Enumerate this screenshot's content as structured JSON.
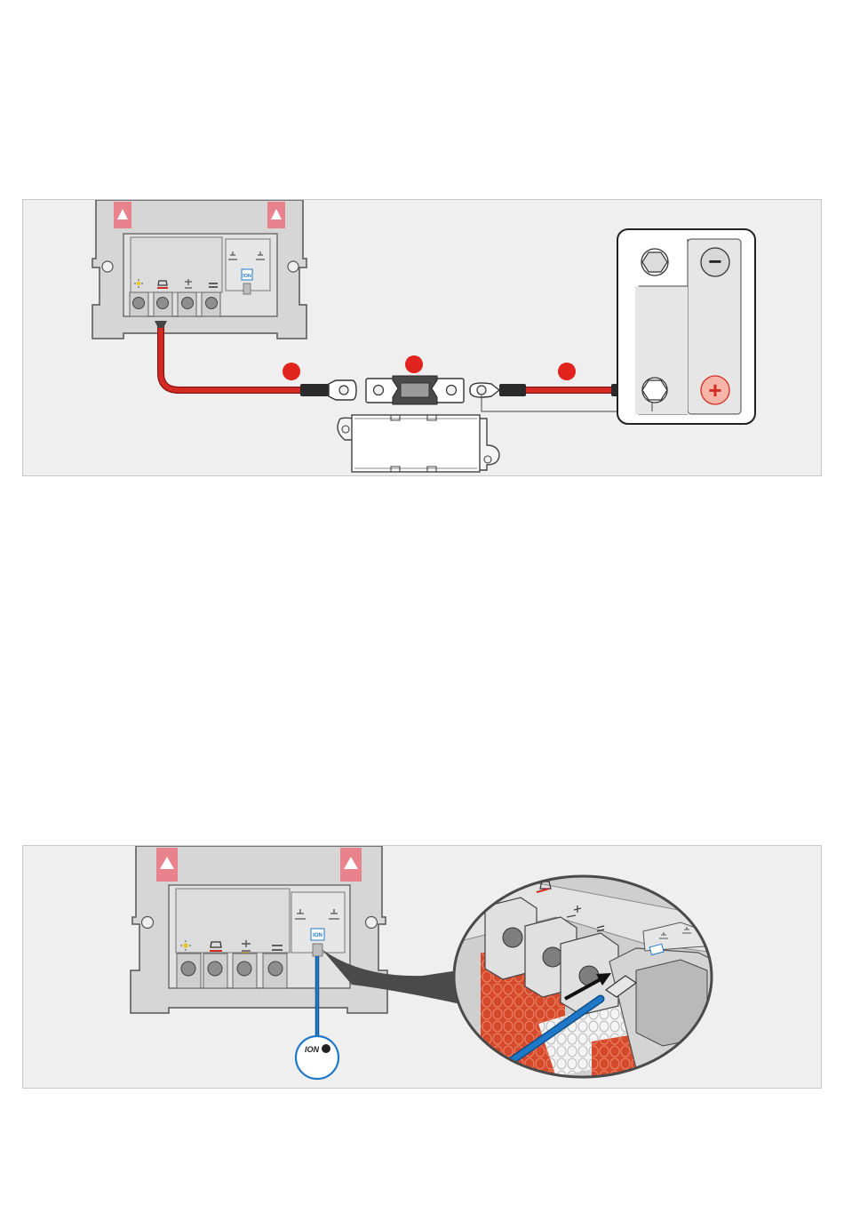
{
  "colors": {
    "cable_red": "#d42a24",
    "marker_red": "#e0231c",
    "ion_blue": "#1f78c8",
    "device_body": "#d4d4d4",
    "panel_bg": "#efefef",
    "plus_terminal": "#f7b5a8"
  },
  "top_diagram": {
    "device": {
      "ion_label": "ION"
    },
    "battery": {
      "negative_symbol": "−",
      "positive_symbol": "+"
    }
  },
  "bottom_diagram": {
    "device": {
      "ion_label": "ION"
    },
    "ion_badge_text": "ION"
  },
  "icons": [
    "warning-icon",
    "sun-icon",
    "car-icon",
    "plus-minus-icon",
    "minus-icon",
    "network-icon",
    "negative-terminal-icon",
    "positive-terminal-icon",
    "arrow-icon"
  ]
}
